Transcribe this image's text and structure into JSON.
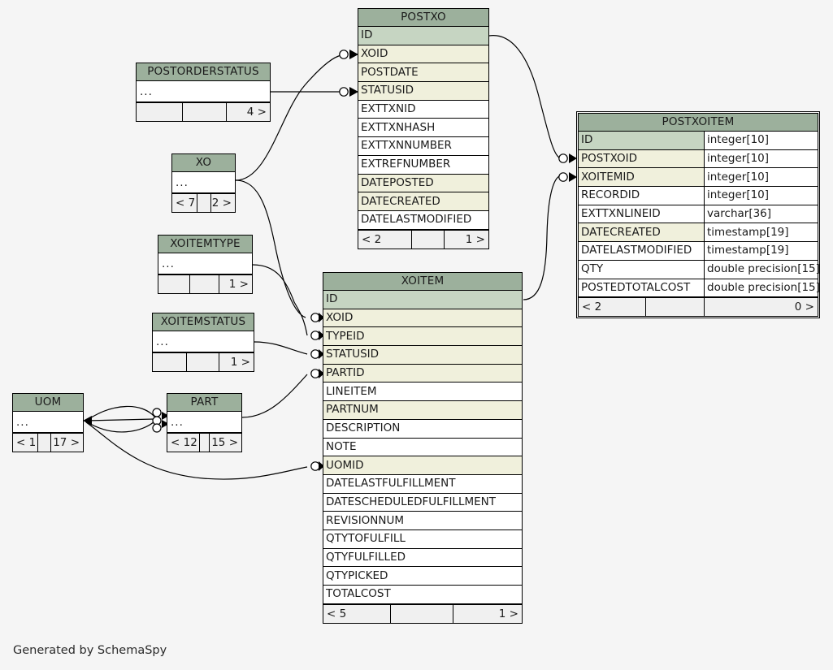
{
  "diagram": {
    "generator_note": "Generated by SchemaSpy",
    "colors": {
      "background": "#f5f5f5",
      "table_header": "#9cb09c",
      "primary_key_row": "#c6d5c2",
      "foreign_key_row": "#f0f0dc",
      "plain_row": "#ffffff",
      "footer_row": "#f0f0f0",
      "border": "#000000"
    }
  },
  "tables": {
    "postxo": {
      "name": "POSTXO",
      "columns": [
        {
          "name": "ID",
          "type": "",
          "kind": "pk"
        },
        {
          "name": "XOID",
          "type": "",
          "kind": "fk"
        },
        {
          "name": "POSTDATE",
          "type": "",
          "kind": "fk"
        },
        {
          "name": "STATUSID",
          "type": "",
          "kind": "fk"
        },
        {
          "name": "EXTTXNID",
          "type": "",
          "kind": "plain"
        },
        {
          "name": "EXTTXNHASH",
          "type": "",
          "kind": "plain"
        },
        {
          "name": "EXTTXNNUMBER",
          "type": "",
          "kind": "plain"
        },
        {
          "name": "EXTREFNUMBER",
          "type": "",
          "kind": "plain"
        },
        {
          "name": "DATEPOSTED",
          "type": "",
          "kind": "fk"
        },
        {
          "name": "DATECREATED",
          "type": "",
          "kind": "fk"
        },
        {
          "name": "DATELASTMODIFIED",
          "type": "",
          "kind": "plain"
        }
      ],
      "footer": {
        "left": "< 2",
        "mid": "",
        "right": "1 >"
      }
    },
    "postxoitem": {
      "name": "POSTXOITEM",
      "columns": [
        {
          "name": "ID",
          "type": "integer[10]",
          "kind": "pk"
        },
        {
          "name": "POSTXOID",
          "type": "integer[10]",
          "kind": "fk"
        },
        {
          "name": "XOITEMID",
          "type": "integer[10]",
          "kind": "fk"
        },
        {
          "name": "RECORDID",
          "type": "integer[10]",
          "kind": "plain"
        },
        {
          "name": "EXTTXNLINEID",
          "type": "varchar[36]",
          "kind": "plain"
        },
        {
          "name": "DATECREATED",
          "type": "timestamp[19]",
          "kind": "fk"
        },
        {
          "name": "DATELASTMODIFIED",
          "type": "timestamp[19]",
          "kind": "plain"
        },
        {
          "name": "QTY",
          "type": "double precision[15]",
          "kind": "plain"
        },
        {
          "name": "POSTEDTOTALCOST",
          "type": "double precision[15]",
          "kind": "plain"
        }
      ],
      "footer": {
        "left": "< 2",
        "mid": "",
        "right": "0 >"
      }
    },
    "xoitem": {
      "name": "XOITEM",
      "columns": [
        {
          "name": "ID",
          "type": "",
          "kind": "pk"
        },
        {
          "name": "XOID",
          "type": "",
          "kind": "fk"
        },
        {
          "name": "TYPEID",
          "type": "",
          "kind": "fk"
        },
        {
          "name": "STATUSID",
          "type": "",
          "kind": "fk"
        },
        {
          "name": "PARTID",
          "type": "",
          "kind": "fk"
        },
        {
          "name": "LINEITEM",
          "type": "",
          "kind": "plain"
        },
        {
          "name": "PARTNUM",
          "type": "",
          "kind": "fk"
        },
        {
          "name": "DESCRIPTION",
          "type": "",
          "kind": "plain"
        },
        {
          "name": "NOTE",
          "type": "",
          "kind": "plain"
        },
        {
          "name": "UOMID",
          "type": "",
          "kind": "fk"
        },
        {
          "name": "DATELASTFULFILLMENT",
          "type": "",
          "kind": "plain"
        },
        {
          "name": "DATESCHEDULEDFULFILLMENT",
          "type": "",
          "kind": "plain"
        },
        {
          "name": "REVISIONNUM",
          "type": "",
          "kind": "plain"
        },
        {
          "name": "QTYTOFULFILL",
          "type": "",
          "kind": "plain"
        },
        {
          "name": "QTYFULFILLED",
          "type": "",
          "kind": "plain"
        },
        {
          "name": "QTYPICKED",
          "type": "",
          "kind": "plain"
        },
        {
          "name": "TOTALCOST",
          "type": "",
          "kind": "plain"
        }
      ],
      "footer": {
        "left": "< 5",
        "mid": "",
        "right": "1 >"
      }
    },
    "postorderstatus": {
      "name": "POSTORDERSTATUS",
      "ellipsis": "...",
      "footer": {
        "left": "",
        "mid": "",
        "right": "4 >"
      }
    },
    "xo": {
      "name": "XO",
      "ellipsis": "...",
      "footer": {
        "left": "< 7",
        "mid": "",
        "right": "2 >"
      }
    },
    "xoitemtype": {
      "name": "XOITEMTYPE",
      "ellipsis": "...",
      "footer": {
        "left": "",
        "mid": "",
        "right": "1 >"
      }
    },
    "xoitemstatus": {
      "name": "XOITEMSTATUS",
      "ellipsis": "...",
      "footer": {
        "left": "",
        "mid": "",
        "right": "1 >"
      }
    },
    "uom": {
      "name": "UOM",
      "ellipsis": "...",
      "footer": {
        "left": "< 1",
        "mid": "",
        "right": "17 >"
      }
    },
    "part": {
      "name": "PART",
      "ellipsis": "...",
      "footer": {
        "left": "< 12",
        "mid": "",
        "right": "15 >"
      }
    }
  },
  "relationships": [
    {
      "from": "XO",
      "to": "POSTXO.XOID"
    },
    {
      "from": "POSTORDERSTATUS",
      "to": "POSTXO.STATUSID"
    },
    {
      "from": "POSTXO.ID",
      "to": "POSTXOITEM.POSTXOID"
    },
    {
      "from": "XOITEM.ID",
      "to": "POSTXOITEM.XOITEMID"
    },
    {
      "from": "XO",
      "to": "XOITEM.XOID"
    },
    {
      "from": "XOITEMTYPE",
      "to": "XOITEM.TYPEID"
    },
    {
      "from": "XOITEMSTATUS",
      "to": "XOITEM.STATUSID"
    },
    {
      "from": "PART",
      "to": "XOITEM.PARTID"
    },
    {
      "from": "UOM",
      "to": "XOITEM.UOMID"
    },
    {
      "from": "PART",
      "to": "UOM"
    }
  ]
}
